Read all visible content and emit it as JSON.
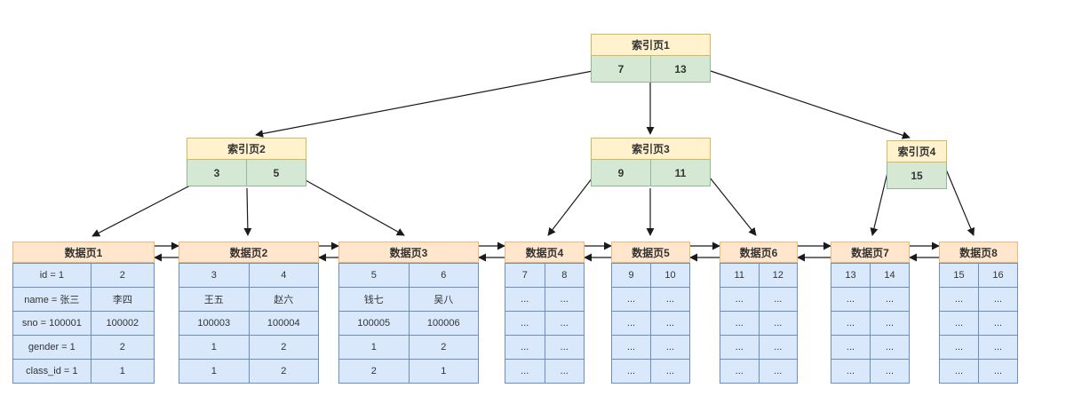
{
  "diagram": {
    "type": "btree-index-structure",
    "index_pages": [
      {
        "title": "索引页1",
        "keys": [
          "7",
          "13"
        ]
      },
      {
        "title": "索引页2",
        "keys": [
          "3",
          "5"
        ]
      },
      {
        "title": "索引页3",
        "keys": [
          "9",
          "11"
        ]
      },
      {
        "title": "索引页4",
        "keys": [
          "15"
        ]
      }
    ],
    "data_pages": [
      {
        "title": "数据页1",
        "rows": [
          [
            "id = 1",
            "2"
          ],
          [
            "name = 张三",
            "李四"
          ],
          [
            "sno = 100001",
            "100002"
          ],
          [
            "gender = 1",
            "2"
          ],
          [
            "class_id = 1",
            "1"
          ]
        ]
      },
      {
        "title": "数据页2",
        "rows": [
          [
            "3",
            "4"
          ],
          [
            "王五",
            "赵六"
          ],
          [
            "100003",
            "100004"
          ],
          [
            "1",
            "2"
          ],
          [
            "1",
            "2"
          ]
        ]
      },
      {
        "title": "数据页3",
        "rows": [
          [
            "5",
            "6"
          ],
          [
            "钱七",
            "吴八"
          ],
          [
            "100005",
            "100006"
          ],
          [
            "1",
            "2"
          ],
          [
            "2",
            "1"
          ]
        ]
      },
      {
        "title": "数据页4",
        "rows": [
          [
            "7",
            "8"
          ],
          [
            "...",
            "..."
          ],
          [
            "...",
            "..."
          ],
          [
            "...",
            "..."
          ],
          [
            "...",
            "..."
          ]
        ]
      },
      {
        "title": "数据页5",
        "rows": [
          [
            "9",
            "10"
          ],
          [
            "...",
            "..."
          ],
          [
            "...",
            "..."
          ],
          [
            "...",
            "..."
          ],
          [
            "...",
            "..."
          ]
        ]
      },
      {
        "title": "数据页6",
        "rows": [
          [
            "11",
            "12"
          ],
          [
            "...",
            "..."
          ],
          [
            "...",
            "..."
          ],
          [
            "...",
            "..."
          ],
          [
            "...",
            "..."
          ]
        ]
      },
      {
        "title": "数据页7",
        "rows": [
          [
            "13",
            "14"
          ],
          [
            "...",
            "..."
          ],
          [
            "...",
            "..."
          ],
          [
            "...",
            "..."
          ],
          [
            "...",
            "..."
          ]
        ]
      },
      {
        "title": "数据页8",
        "rows": [
          [
            "15",
            "16"
          ],
          [
            "...",
            "..."
          ],
          [
            "...",
            "..."
          ],
          [
            "...",
            "..."
          ],
          [
            "...",
            "..."
          ]
        ]
      }
    ],
    "colors": {
      "index_header_fill": "#FFF2CC",
      "index_header_border": "#D6B656",
      "key_fill": "#D5E8D4",
      "key_border": "#93B992",
      "data_header_fill": "#FFE6CC",
      "data_header_border": "#ECB878",
      "cell_fill": "#DAE8FC",
      "cell_border": "#6C8EBF",
      "arrow": "#1a1a1a"
    }
  }
}
